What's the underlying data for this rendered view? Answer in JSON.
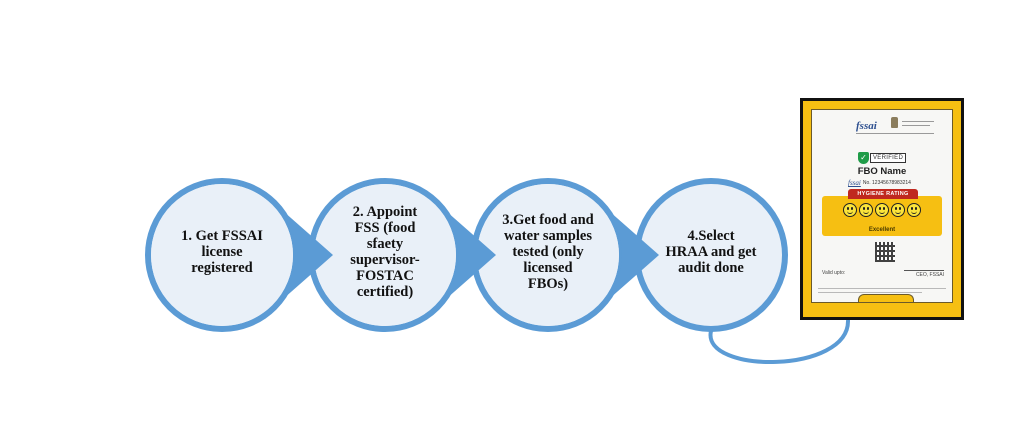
{
  "diagram": {
    "type": "process-flow",
    "colors": {
      "circle_fill": "#e9f0f8",
      "circle_stroke": "#5b9bd5",
      "connector": "#5b9bd5"
    },
    "steps": [
      {
        "label": "1. Get FSSAI license registered",
        "lines": [
          "1. Get FSSAI",
          "license",
          "registered"
        ]
      },
      {
        "label": "2. Appoint FSS (food sfaety supervisor- FOSTAC certified)",
        "lines": [
          "2. Appoint",
          "FSS (food",
          "sfaety",
          "supervisor-",
          "FOSTAC",
          "certified)"
        ]
      },
      {
        "label": "3.Get food and water samples tested (only licensed FBOs)",
        "lines": [
          "3.Get food and",
          "water samples",
          "tested (only",
          "licensed",
          "FBOs)"
        ]
      },
      {
        "label": "4.Select HRAA and get audit done",
        "lines": [
          "4.Select",
          "HRAA and get",
          "audit done"
        ]
      }
    ]
  },
  "certificate": {
    "logo_text": "fssai",
    "verified_label": "VERIFIED",
    "fbo_name": "FBO Name",
    "license_prefix": "fssai",
    "license_number": "No. 12345678983214",
    "rating_title": "HYGIENE RATING",
    "rating_value": 5,
    "rating_max": 5,
    "rating_text": "Excellent",
    "valid_upto_label": "Valid upto:",
    "signatory": "CEO, FSSAI",
    "colors": {
      "frame": "#f6bf12",
      "ribbon": "#c0281f",
      "verified_green": "#1f9c48"
    }
  }
}
